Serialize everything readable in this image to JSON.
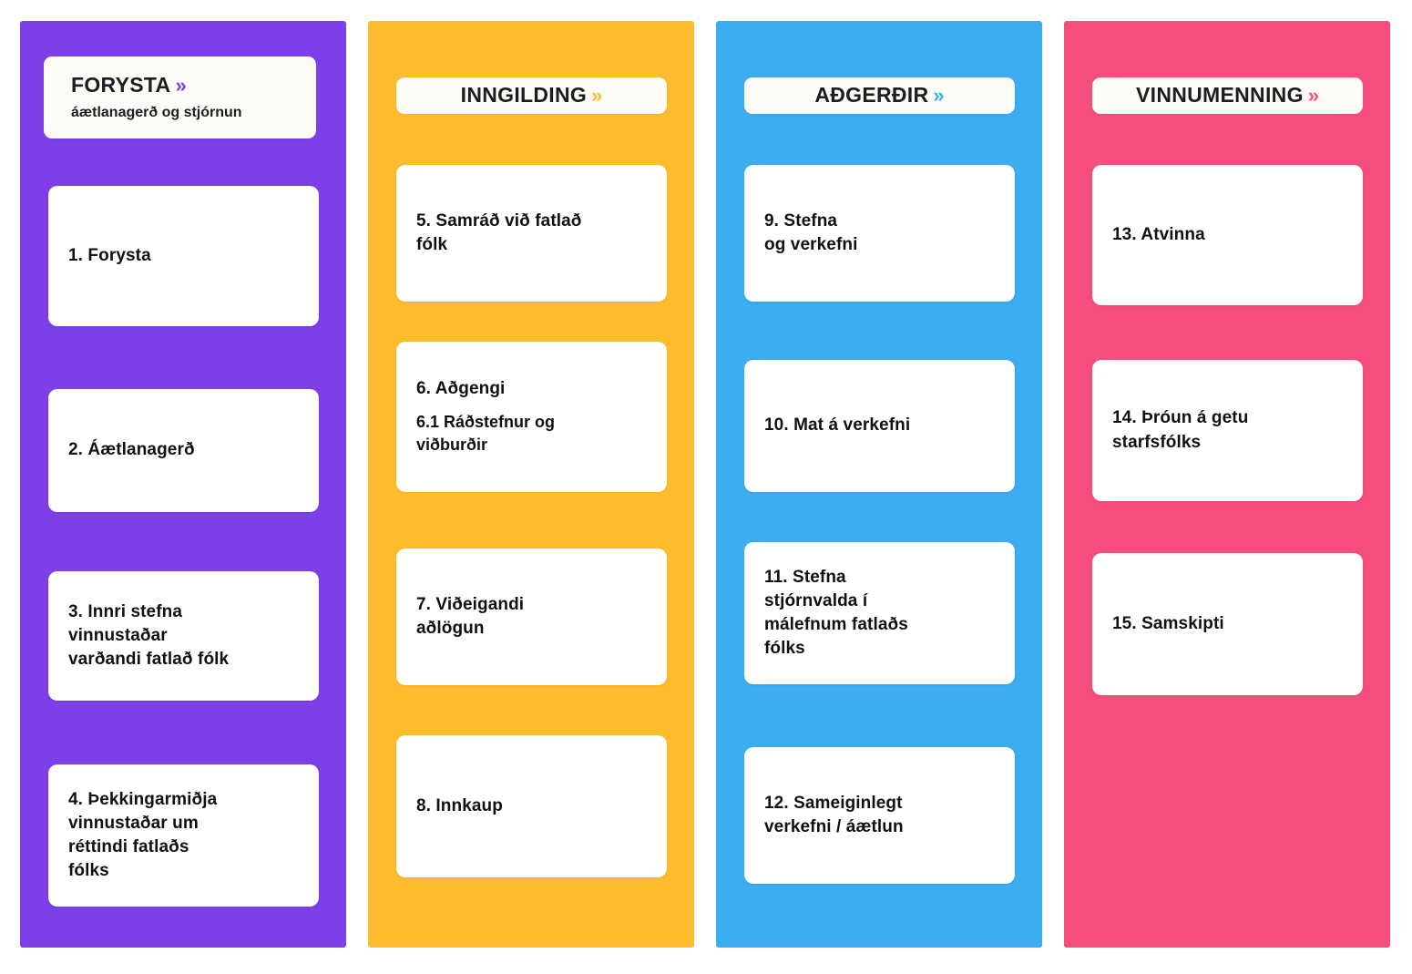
{
  "board": {
    "columns": [
      {
        "key": "forysta",
        "color": "#7E3FE8",
        "header": {
          "title": "FORYSTA",
          "chevron": "»",
          "subtitle": "áætlanagerð og stjórnun"
        },
        "cards": [
          {
            "title": "1. Forysta",
            "sub": ""
          },
          {
            "title": "2. Áætlanagerð",
            "sub": ""
          },
          {
            "title": "3. Innri stefna\nvinnustaðar\nvarðandi fatlað fólk",
            "sub": ""
          },
          {
            "title": "4. Þekkingarmiðja\nvinnustaðar um\nréttindi fatlaðs\nfólks",
            "sub": ""
          }
        ]
      },
      {
        "key": "inngilding",
        "color": "#FDBC2D",
        "header": {
          "title": "INNGILDING",
          "chevron": "»",
          "subtitle": ""
        },
        "cards": [
          {
            "title": "5. Samráð við fatlað\nfólk",
            "sub": ""
          },
          {
            "title": "6. Aðgengi",
            "sub": "6.1 Ráðstefnur og\nviðburðir"
          },
          {
            "title": "7. Viðeigandi\naðlögun",
            "sub": ""
          },
          {
            "title": "8. Innkaup",
            "sub": ""
          }
        ]
      },
      {
        "key": "adgerdir",
        "color": "#3BADF0",
        "header": {
          "title": "AÐGERÐIR",
          "chevron": "»",
          "subtitle": ""
        },
        "cards": [
          {
            "title": "9. Stefna\nog verkefni",
            "sub": ""
          },
          {
            "title": "10. Mat á verkefni",
            "sub": ""
          },
          {
            "title": "11. Stefna\nstjórnvalda í\nmálefnum fatlaðs\nfólks",
            "sub": ""
          },
          {
            "title": "12. Sameiginlegt\nverkefni / áætlun",
            "sub": ""
          }
        ]
      },
      {
        "key": "vinnumenning",
        "color": "#F54E7C",
        "header": {
          "title": "VINNUMENNING",
          "chevron": "»",
          "subtitle": ""
        },
        "cards": [
          {
            "title": "13. Atvinna",
            "sub": ""
          },
          {
            "title": "14. Þróun á  getu\nstarfsfólks",
            "sub": ""
          },
          {
            "title": "15. Samskipti",
            "sub": ""
          }
        ]
      }
    ]
  }
}
